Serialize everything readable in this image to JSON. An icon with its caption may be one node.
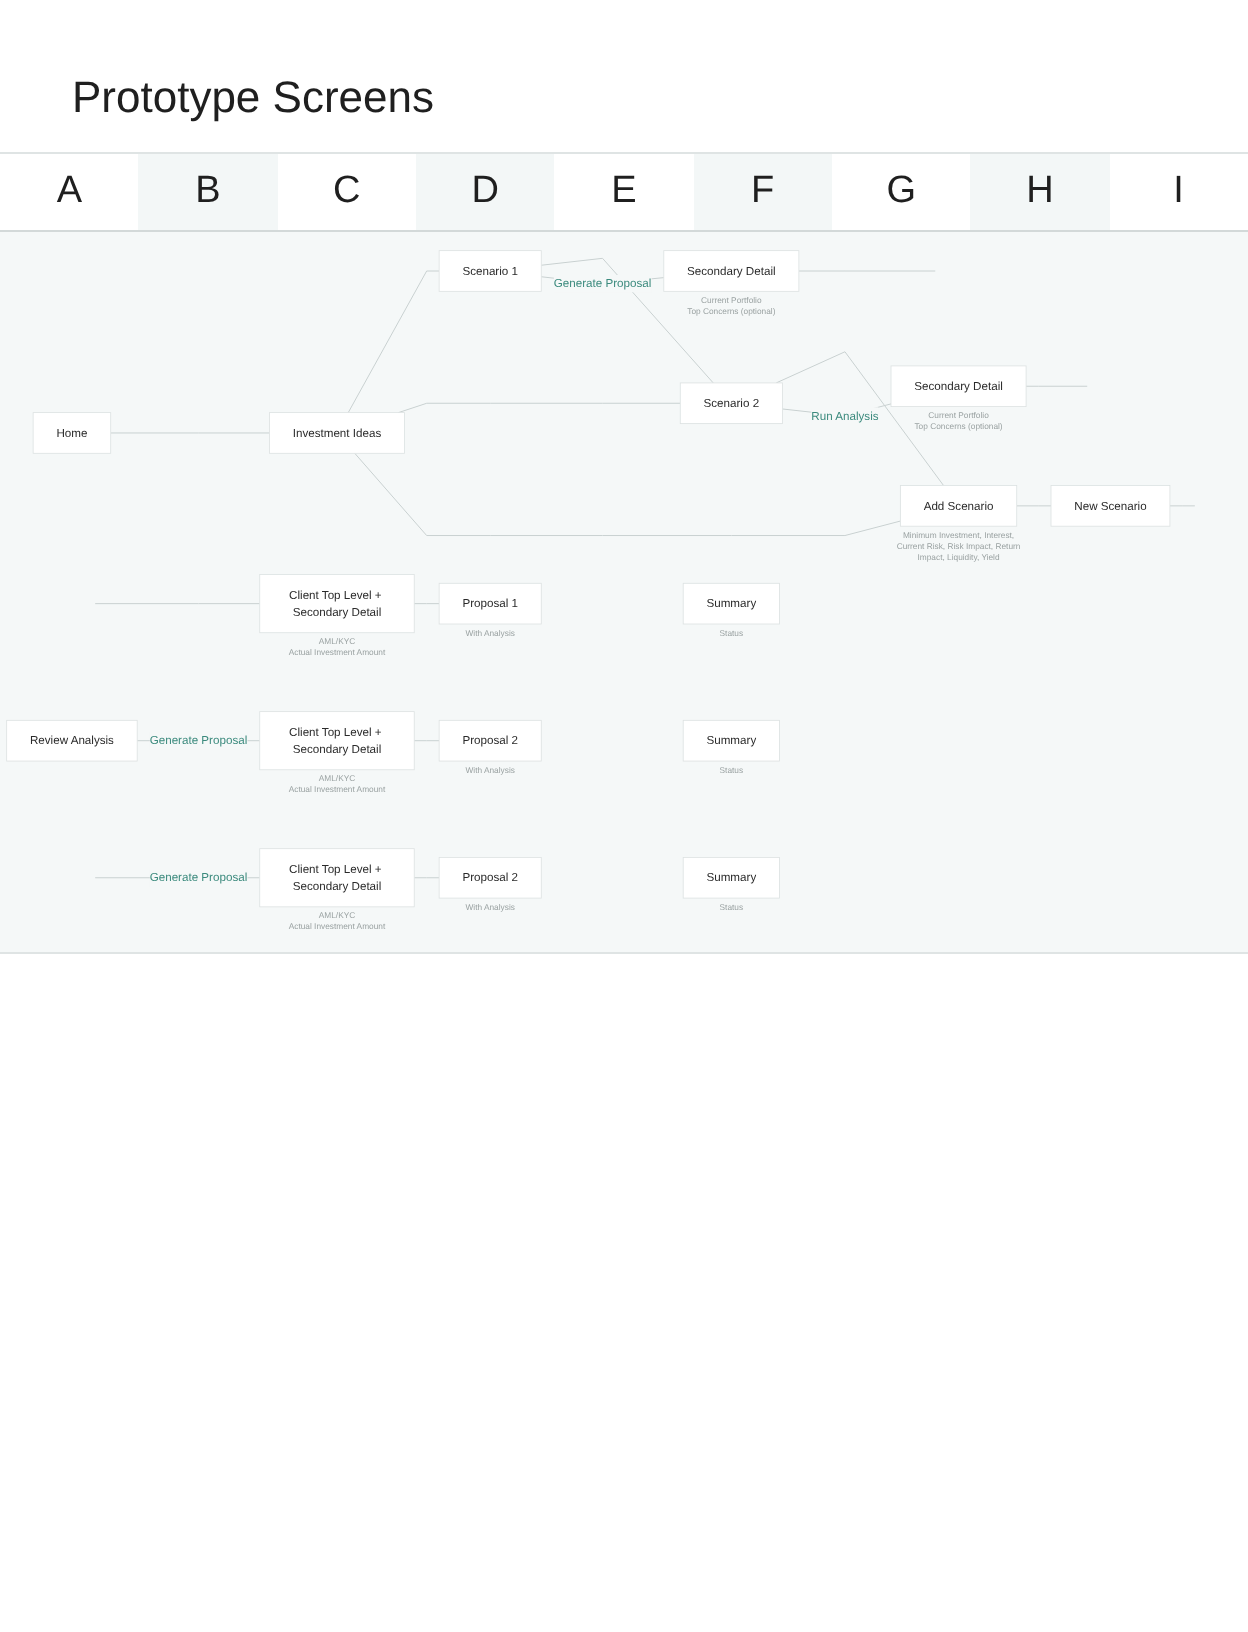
{
  "diagram": {
    "title": "Prototype Screens",
    "nodes": [
      {
        "text": [
          "Home"
        ]
      },
      {
        "text": [
          "Investment Ideas"
        ]
      },
      {
        "text": [
          "Scenario 1"
        ]
      },
      {
        "text": [
          "Secondary Detail"
        ],
        "beside": [
          "Current Portfolio",
          "Top Concerns (optional)"
        ]
      },
      {
        "text": [
          "Scenario 2"
        ]
      },
      {
        "text": [
          "Secondary Detail"
        ],
        "beside": [
          "Current Portfolio",
          "Top Concerns (optional)"
        ]
      },
      {
        "text": [
          "Add Scenario"
        ],
        "beside": [
          "Minimum Investment, Interest, Current Risk, Risk Impact, Return Impact, Liquidity, Yield"
        ]
      },
      {
        "text": [
          "New Scenario"
        ]
      },
      {
        "text": [
          "Client Top Level + Secondary Detail"
        ],
        "beside": [
          "AML/KYC",
          "Actual Investment Amount"
        ]
      },
      {
        "text": [
          "Proposal 1"
        ],
        "beside": [
          "With Analysis"
        ]
      },
      {
        "text": [
          "Summary"
        ],
        "beside": [
          "Status"
        ]
      },
      {
        "text": [
          "Review Analysis"
        ]
      },
      {
        "text": [
          "Client Top Level + Secondary Detail"
        ],
        "beside": [
          "AML/KYC",
          "Actual Investment Amount"
        ]
      },
      {
        "text": [
          "Proposal 2"
        ],
        "beside": [
          "With Analysis"
        ]
      },
      {
        "text": [
          "Summary"
        ],
        "beside": [
          "Status"
        ]
      },
      {
        "text": [
          "Client Top Level + Secondary Detail"
        ],
        "beside": [
          "AML/KYC",
          "Actual Investment Amount"
        ]
      },
      {
        "text": [
          "Proposal 2"
        ],
        "beside": [
          "With Analysis"
        ]
      },
      {
        "text": [
          "Summary"
        ],
        "beside": [
          "Status"
        ]
      }
    ],
    "edges": [
      {
        "from": 0,
        "to": 1,
        "arrow": "none"
      },
      {
        "from": 1,
        "to": 2,
        "arrow": "none"
      },
      {
        "from": 1,
        "to": 4,
        "arrow": "none"
      },
      {
        "from": 1,
        "to": 6,
        "arrow": "none"
      },
      {
        "from": 2,
        "to": 4,
        "arrow": "none"
      },
      {
        "from": 4,
        "to": 6,
        "arrow": "none"
      },
      {
        "from": 2,
        "to": 3,
        "arrow": "none",
        "label": "Generate Proposal"
      },
      {
        "from": 4,
        "to": 5,
        "arrow": "none",
        "label": "Run Analysis"
      },
      {
        "from": 6,
        "to": 7,
        "arrow": "none"
      },
      {
        "from": 3,
        "to": null,
        "arrow": "none"
      },
      {
        "from": 5,
        "to": null,
        "arrow": "none"
      },
      {
        "from": 7,
        "to": null,
        "arrow": "none"
      },
      {
        "from": null,
        "to": 8,
        "arrow": "none"
      },
      {
        "from": 8,
        "to": 9,
        "arrow": "none"
      },
      {
        "from": 11,
        "to": 12,
        "arrow": "none",
        "label": "Generate Proposal"
      },
      {
        "from": 12,
        "to": 13,
        "arrow": "none"
      },
      {
        "from": null,
        "to": 15,
        "arrow": "none",
        "label": "Generate Proposal"
      },
      {
        "from": 15,
        "to": 16,
        "arrow": "none"
      }
    ],
    "labels": [
      "A",
      "B",
      "C",
      "D",
      "E",
      "F",
      "G",
      "H",
      "I"
    ]
  }
}
